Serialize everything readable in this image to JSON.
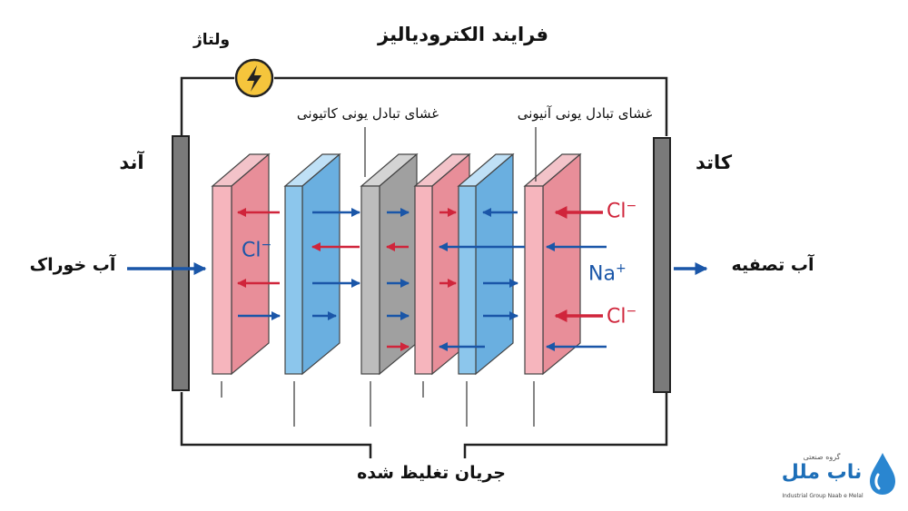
{
  "title": "فرایند الکترودیالیز",
  "voltage_label": "ولتاژ",
  "cation_membrane_label": "غشای تبادل یونی کاتیونی",
  "anion_membrane_label": "غشای تبادل یونی آنیونی",
  "anode_label": "آند",
  "cathode_label": "کاتد",
  "feed_label": "آب خوراک",
  "product_label": "آب تصفیه",
  "concentrate_label": "جریان تغلیظ شده",
  "ions": {
    "cl_top": "Cl",
    "cl_top_charge": "−",
    "na": "Na",
    "na_charge": "+",
    "cl_bottom": "Cl",
    "cl_bottom_charge": "−",
    "cl_left": "Cl",
    "cl_left_charge": "−"
  },
  "logo": {
    "tagline": "گروه صنعتی",
    "name": "ناب ملل",
    "english": "Industrial Group Naab e Melal"
  },
  "colors": {
    "red": "#d0253b",
    "blue": "#1a56a8",
    "pink_membrane": "#e88e99",
    "blue_membrane": "#6aafe0",
    "gray_membrane": "#a0a0a0",
    "electrode": "#7a7a7a",
    "voltage_icon": "#f5c53c"
  }
}
